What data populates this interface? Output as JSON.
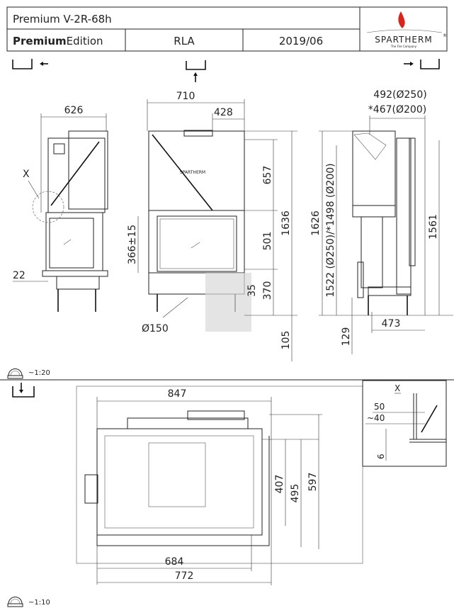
{
  "header": {
    "model": "Premium V-2R-68h",
    "edition_bold": "Premium",
    "edition_rest": "Edition",
    "variant": "RLA",
    "date": "2019/06",
    "brand": "SPARTHERM",
    "brand_mark": "®",
    "brand_tagline": "The Fire Company"
  },
  "view_icons": [
    "view-left-arrow",
    "view-front-arrow",
    "view-right-arrow",
    "view-top-arrow"
  ],
  "side_view_left": {
    "width": "626",
    "detail_marker": "X",
    "offset": "22"
  },
  "front_view": {
    "width": "710",
    "half_width": "428",
    "upper_height": "657",
    "glass_height": "501",
    "total_height": "1636",
    "sill_height": "366±15",
    "gap": "35",
    "base_height": "370",
    "air_inlet": "Ø150",
    "floor_offset": "105"
  },
  "side_view_right": {
    "flue_offset_250": "492(Ø250)",
    "flue_offset_200": "*467(Ø200)",
    "total_height": "1626",
    "flue_height": "1522 (Ø250)/*1498 (Ø200)",
    "door_height": "1561",
    "bottom_offset": "129",
    "depth": "473"
  },
  "scale_top": "~1:20",
  "plan_view": {
    "width": "847",
    "depth_inner": "407",
    "depth_mid": "495",
    "depth_outer": "597",
    "glass_width": "684",
    "base_width": "772"
  },
  "detail_x": {
    "label": "X",
    "dim1": "50",
    "dim2": "~40",
    "dim3": "6"
  },
  "scale_bottom": "~1:10",
  "colors": {
    "flame": "#d7261e",
    "line": "#222222",
    "watermark": "#d9d9d9"
  }
}
